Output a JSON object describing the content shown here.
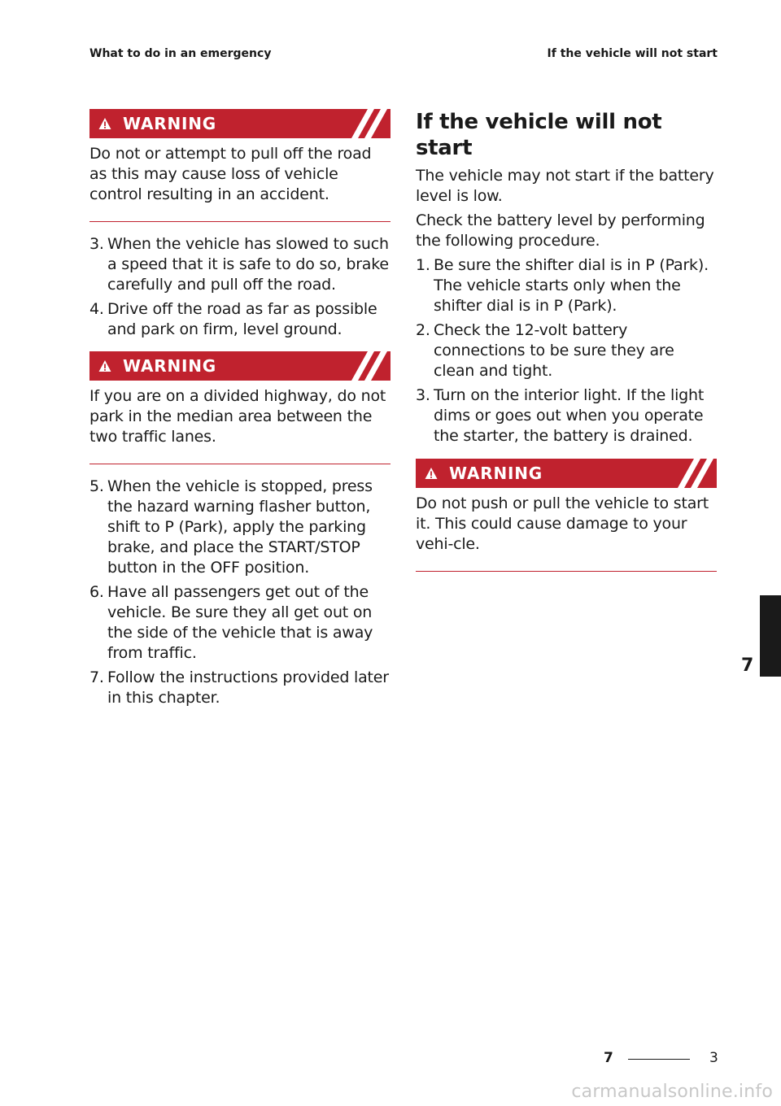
{
  "header": {
    "chapter_title": "What to do in an emergency",
    "section_title": "If the vehicle will not start"
  },
  "warning_label": "WARNING",
  "left_column": {
    "warning_1_text": "Do not or attempt to pull off the road as this may cause loss of vehicle control resulting in an accident.",
    "steps_a": [
      {
        "num": "3.",
        "text": "When the vehicle has slowed to such a speed that it is safe to do so, brake carefully and pull off the road."
      },
      {
        "num": "4.",
        "text": "Drive off the road as far as possible and park on firm, level ground."
      }
    ],
    "warning_2_text": "If you are on a divided highway, do not park in the median area between the two traffic lanes.",
    "steps_b": [
      {
        "num": "5.",
        "text": "When the vehicle is stopped, press the hazard warning flasher button, shift to P (Park), apply the parking brake, and place the START/STOP button in the OFF position."
      },
      {
        "num": "6.",
        "text": "Have all passengers get out of the vehicle. Be sure they all get out on the side of the vehicle that is away from traffic."
      },
      {
        "num": "7.",
        "text": "Follow the instructions provided later in this chapter."
      }
    ]
  },
  "right_column": {
    "title": "If the vehicle will not start",
    "para_1": "The vehicle may not start if the battery level is low.",
    "para_2": "Check the battery level by performing the following procedure.",
    "steps": [
      {
        "num": "1.",
        "text": "Be sure the shifter dial is in P (Park). The vehicle starts only when the shifter dial is in P (Park)."
      },
      {
        "num": "2.",
        "text": "Check the 12-volt battery connections to be sure they are clean and tight."
      },
      {
        "num": "3.",
        "text": "Turn on the interior light. If the light dims or goes out when you operate the starter, the battery is drained."
      }
    ],
    "warning_text": "Do not push or pull the vehicle to start it. This could cause damage to your vehi-cle."
  },
  "thumb_tab_number": "7",
  "footer": {
    "chapter_number": "7",
    "page_number": "3"
  },
  "watermark": "carmanualsonline.info",
  "colors": {
    "warning_red": "#c0222e",
    "text": "#1a1a1a"
  },
  "icons": {
    "warning": "warning-triangle-icon",
    "slashes": "double-slash-decoration"
  }
}
